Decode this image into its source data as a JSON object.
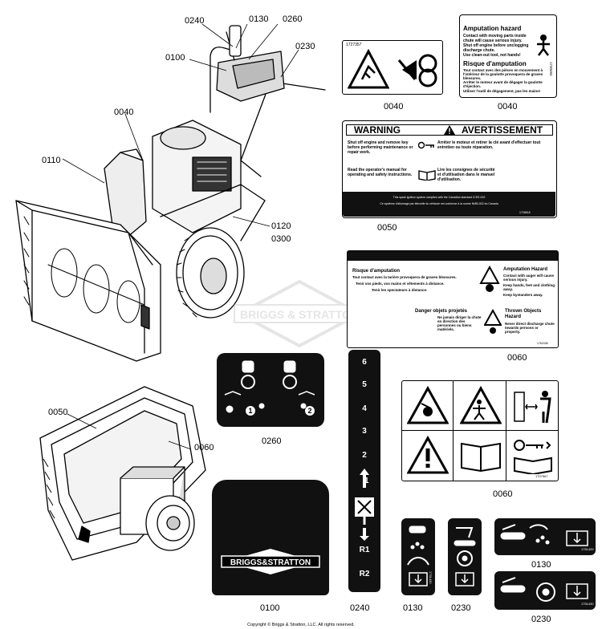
{
  "callouts": {
    "c0240_top": "0240",
    "c0130_top": "0130",
    "c0260_top": "0260",
    "c0100_top": "0100",
    "c0230_top": "0230",
    "c0040_top": "0040",
    "c0110_top": "0110",
    "c0120": "0120",
    "c0300": "0300",
    "c0050_low": "0050",
    "c0060_low": "0060"
  },
  "decal_0040_left": {
    "part_no": "1727357",
    "caption": "0040"
  },
  "decal_0040_right": {
    "title_en": "Amputation hazard",
    "body_en": "Contact with moving parts inside chute will cause serious injury.",
    "bullet_en_1": "Shut off engine before unclogging discharge chute.",
    "bullet_en_2": "Use clean-out tool, not hands!",
    "title_fr": "Risque d'amputation",
    "body_fr": "Tout contact avec des pièces en mouvement à l'intérieur de la goulotte provoquera de graves blessures.",
    "bullet_fr_1": "Arrêter le moteur avant de dégager la goulotte d'éjection.",
    "bullet_fr_2": "Utiliser l'outil de dégagement, pas les mains!",
    "part_no": "1730484",
    "caption": "0040"
  },
  "decal_0050": {
    "title_en": "WARNING",
    "title_fr": "AVERTISSEMENT",
    "row1_en": "Shut off engine and remove key before performing maintenance or repair work.",
    "row1_fr": "Arrêter le moteur et retirer la clé avant d'effectuer tout entretien ou toute réparation.",
    "row2_en": "Read the operator's manual for operating and safety instructions.",
    "row2_fr": "Lire les consignes de sécurité et d'utilisation dans le manuel d'utilisation.",
    "footer_1": "This spark ignition system complies with the Canadian standard ICES-002",
    "footer_2": "Ce système d'allumage par étincelle du véhicule est conforme à la norme NMB-002 du Canada",
    "part_no": "1728618",
    "caption": "0050"
  },
  "decal_0060_top": {
    "fr_title_1": "Risque d'amputation",
    "fr_b1": "Tout contact avec la tarière provoquera de graves blessures.",
    "fr_b2": "Tenir vos pieds, vos mains et vêtements à distance.",
    "fr_b3": "Tenir les spectateurs à distance.",
    "en_title_1": "Amputation Hazard",
    "en_b1": "Contact with auger will cause serious injury.",
    "en_b2": "Keep hands, feet and clothing away.",
    "en_b3": "Keep bystanders away.",
    "fr_title_2": "Danger objets projetés",
    "fr_b4": "Ne jamais diriger la chute en direction des personnes ou biens matériels.",
    "en_title_2": "Thrown Objects Hazard",
    "en_b4": "Never direct discharge chute towards persons or property.",
    "part_no": "1762436",
    "caption": "0060"
  },
  "decal_0260": {
    "n1": "1",
    "n2": "2",
    "caption": "0260"
  },
  "decal_0240": {
    "speeds": [
      "6",
      "5",
      "4",
      "3",
      "2",
      "1"
    ],
    "reverse": [
      "R1",
      "R2"
    ],
    "caption": "0240"
  },
  "decal_0060_pict": {
    "part_no": "1707567",
    "caption": "0060"
  },
  "decal_0100": {
    "brand": "BRIGGS&STRATTON",
    "caption": "0100"
  },
  "decal_0130_small": {
    "caption": "0130",
    "part_no": "1751430"
  },
  "decal_0230_small": {
    "caption": "0230"
  },
  "decal_0130_wide": {
    "caption": "0130",
    "part_no": "1751429"
  },
  "decal_0230_wide": {
    "caption": "0230",
    "part_no": "1751430"
  },
  "watermark": {
    "text": "BRIGGS & STRATTON"
  },
  "copyright": "Copyright © Briggs & Stratton, LLC. All rights reserved."
}
